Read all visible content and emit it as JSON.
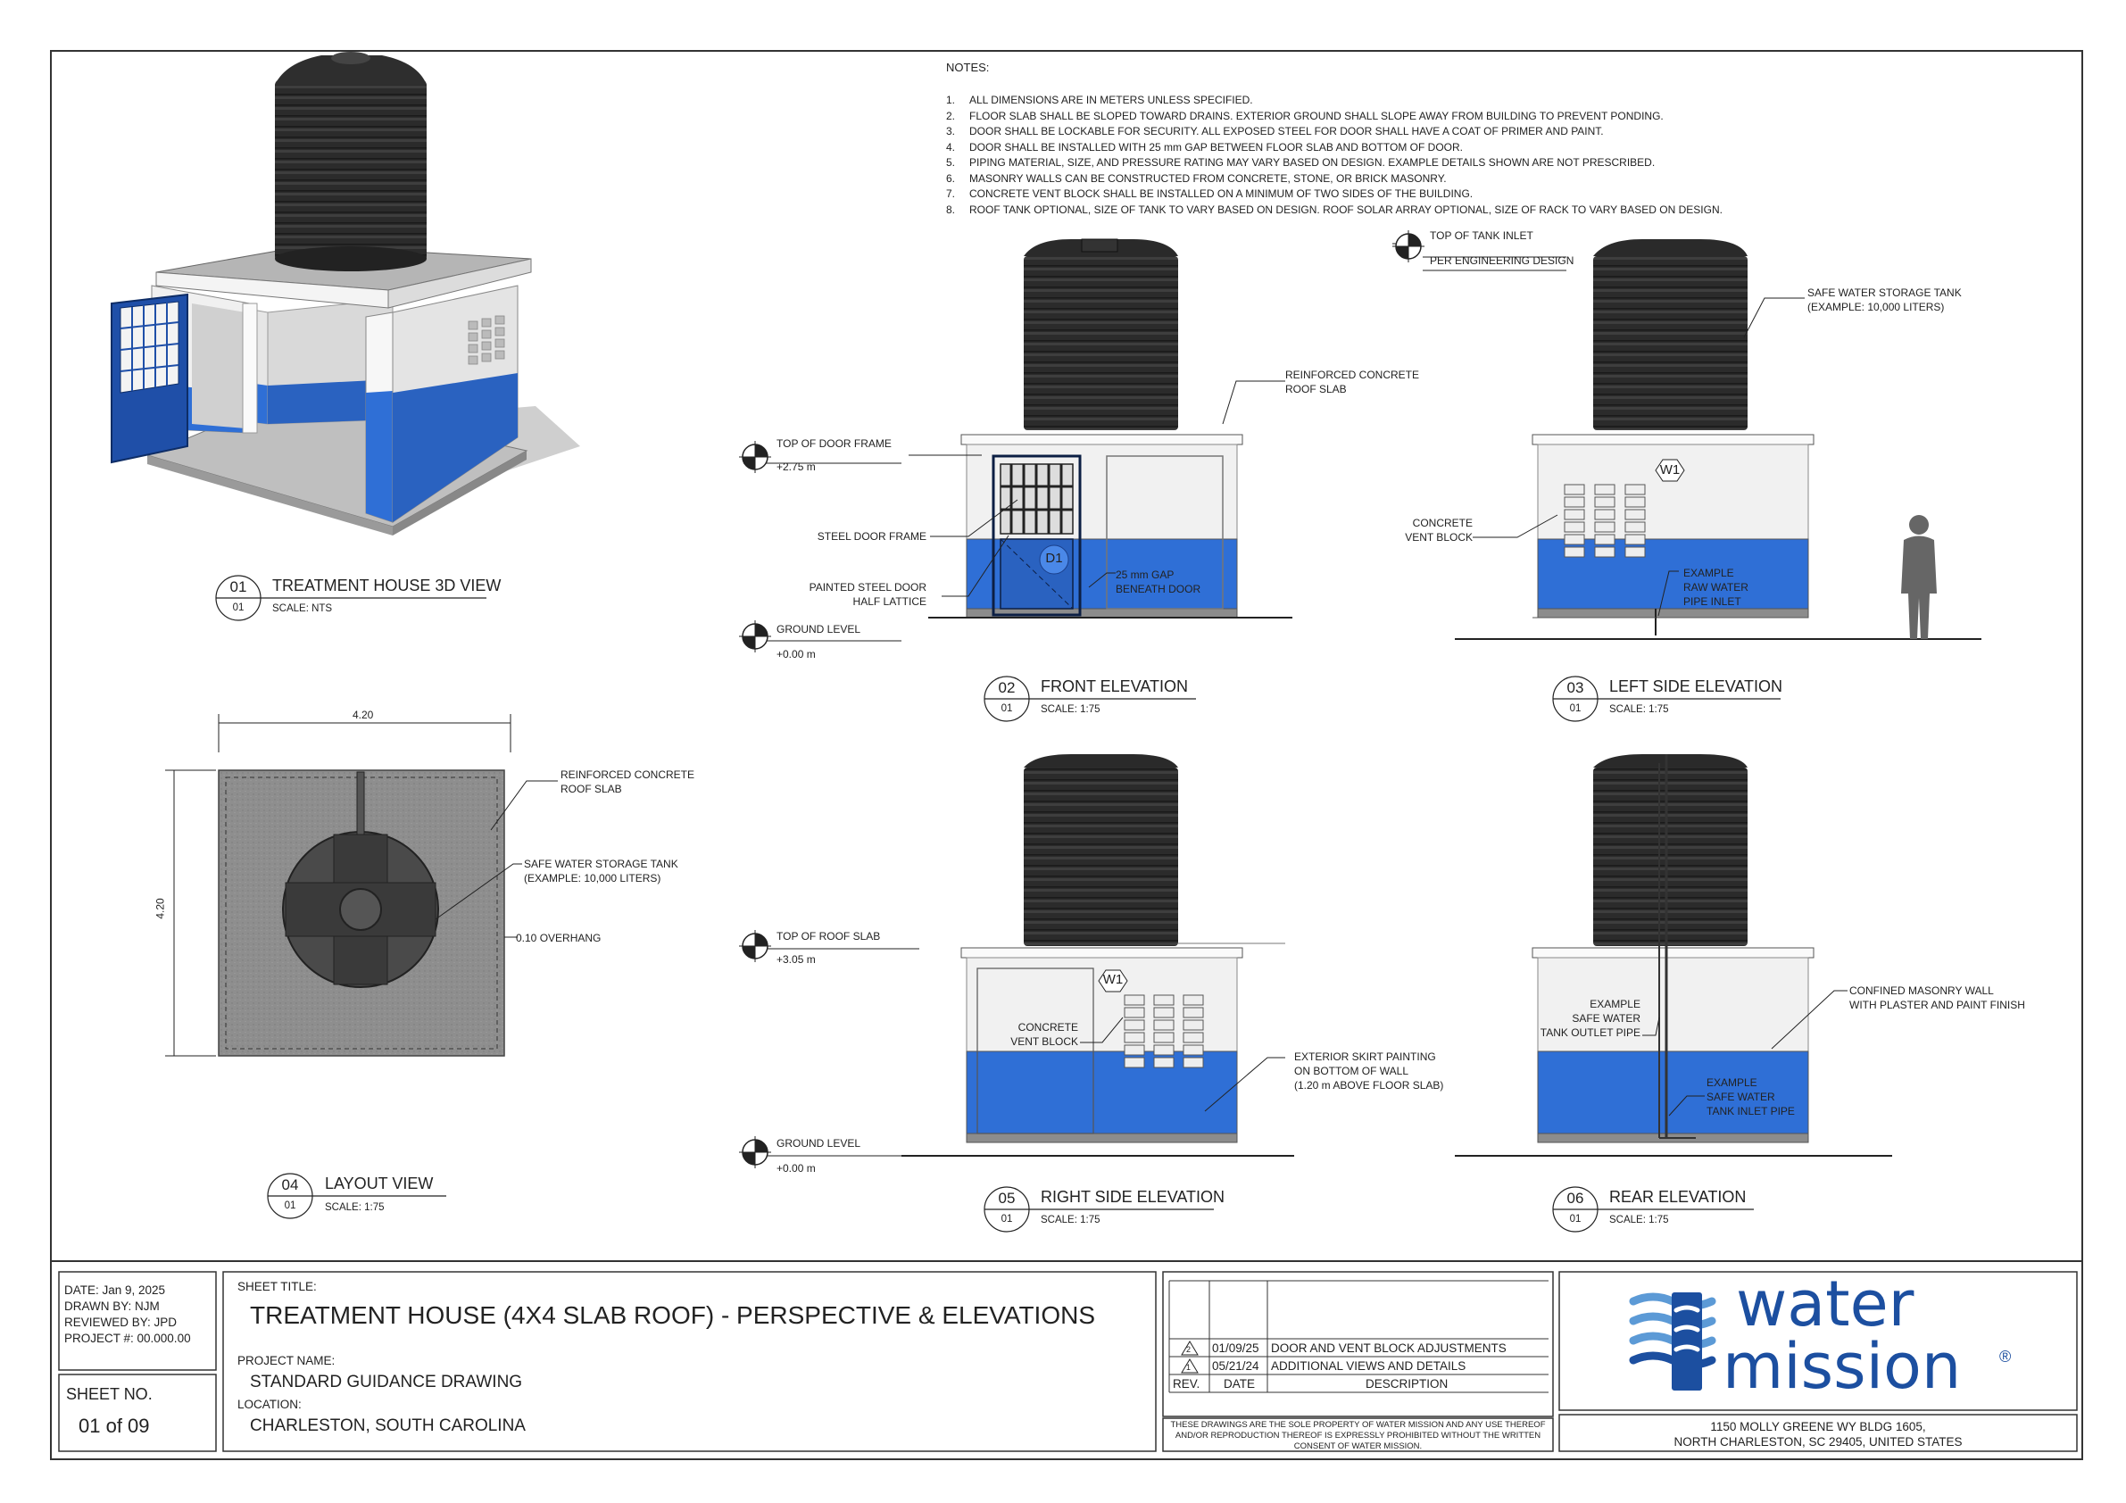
{
  "notes": {
    "title": "NOTES:",
    "items": [
      {
        "num": "1.",
        "text": "ALL DIMENSIONS ARE IN METERS UNLESS SPECIFIED."
      },
      {
        "num": "2.",
        "text": "FLOOR SLAB SHALL BE SLOPED TOWARD DRAINS. EXTERIOR GROUND SHALL SLOPE AWAY FROM BUILDING TO PREVENT PONDING."
      },
      {
        "num": "3.",
        "text": "DOOR SHALL BE LOCKABLE FOR SECURITY. ALL EXPOSED STEEL FOR DOOR SHALL HAVE A COAT OF PRIMER AND PAINT."
      },
      {
        "num": "4.",
        "text": "DOOR SHALL BE INSTALLED WITH 25 mm GAP BETWEEN FLOOR SLAB AND BOTTOM OF DOOR."
      },
      {
        "num": "5.",
        "text": "PIPING MATERIAL, SIZE, AND PRESSURE RATING MAY VARY BASED ON DESIGN. EXAMPLE DETAILS SHOWN ARE NOT PRESCRIBED."
      },
      {
        "num": "6.",
        "text": "MASONRY WALLS CAN BE CONSTRUCTED FROM CONCRETE, STONE, OR BRICK MASONRY."
      },
      {
        "num": "7.",
        "text": "CONCRETE VENT BLOCK SHALL BE INSTALLED ON A MINIMUM OF TWO SIDES OF THE BUILDING."
      },
      {
        "num": "8.",
        "text": "ROOF TANK OPTIONAL, SIZE OF TANK TO VARY BASED ON DESIGN. ROOF SOLAR ARRAY OPTIONAL, SIZE OF RACK TO VARY BASED ON DESIGN."
      }
    ]
  },
  "views": {
    "v01": {
      "num": "01",
      "sheet": "01",
      "title": "TREATMENT HOUSE 3D VIEW",
      "scale": "SCALE: NTS"
    },
    "v02": {
      "num": "02",
      "sheet": "01",
      "title": "FRONT ELEVATION",
      "scale": "SCALE: 1:75"
    },
    "v03": {
      "num": "03",
      "sheet": "01",
      "title": "LEFT SIDE ELEVATION",
      "scale": "SCALE: 1:75"
    },
    "v04": {
      "num": "04",
      "sheet": "01",
      "title": "LAYOUT VIEW",
      "scale": "SCALE: 1:75"
    },
    "v05": {
      "num": "05",
      "sheet": "01",
      "title": "RIGHT SIDE ELEVATION",
      "scale": "SCALE: 1:75"
    },
    "v06": {
      "num": "06",
      "sheet": "01",
      "title": "REAR ELEVATION",
      "scale": "SCALE: 1:75"
    }
  },
  "levels": {
    "top_door_frame": {
      "name": "TOP OF DOOR FRAME",
      "value": "+2.75 m"
    },
    "ground_front": {
      "name": "GROUND LEVEL",
      "value": "+0.00 m"
    },
    "top_roof_slab": {
      "name": "TOP OF ROOF SLAB",
      "value": "+3.05 m"
    },
    "ground_right": {
      "name": "GROUND LEVEL",
      "value": "+0.00 m"
    },
    "top_tank_inlet": {
      "name": "TOP OF TANK INLET",
      "value": "PER ENGINEERING DESIGN"
    }
  },
  "labels": {
    "front_roof_slab": [
      "REINFORCED CONCRETE",
      "ROOF SLAB"
    ],
    "front_door_frame": "STEEL DOOR FRAME",
    "front_door": [
      "PAINTED STEEL DOOR",
      "HALF LATTICE"
    ],
    "front_gap": [
      "25 mm GAP",
      "BENEATH DOOR"
    ],
    "door_tag": "D1",
    "left_tank": [
      "SAFE WATER STORAGE TANK",
      "(EXAMPLE: 10,000 LITERS)"
    ],
    "left_vent": [
      "CONCRETE",
      "VENT BLOCK"
    ],
    "left_raw": [
      "EXAMPLE",
      "RAW WATER",
      "PIPE INLET"
    ],
    "vent_tag": "W1",
    "layout_roof": [
      "REINFORCED CONCRETE",
      "ROOF SLAB"
    ],
    "layout_tank": [
      "SAFE WATER STORAGE TANK",
      "(EXAMPLE: 10,000 LITERS)"
    ],
    "layout_overhang": "0.10 OVERHANG",
    "dim_width": "4.20",
    "dim_height": "4.20",
    "right_vent": [
      "CONCRETE",
      "VENT BLOCK"
    ],
    "right_skirt": [
      "EXTERIOR SKIRT PAINTING",
      "ON BOTTOM OF WALL",
      "(1.20 m ABOVE FLOOR SLAB)"
    ],
    "rear_outlet": [
      "EXAMPLE",
      "SAFE WATER",
      "TANK OUTLET PIPE"
    ],
    "rear_inlet": [
      "EXAMPLE",
      "SAFE WATER",
      "TANK INLET PIPE"
    ],
    "rear_wall": [
      "CONFINED MASONRY WALL",
      "WITH PLASTER AND PAINT FINISH"
    ]
  },
  "title_block": {
    "date": "DATE: Jan 9, 2025",
    "drawn_by": "DRAWN BY: NJM",
    "reviewed_by": "REVIEWED BY: JPD",
    "project_no": "PROJECT #: 00.000.00",
    "sheet_no_label": "SHEET NO.",
    "sheet_no": "01 of 09",
    "sheet_title_label": "SHEET TITLE:",
    "sheet_title": "TREATMENT HOUSE (4X4 SLAB ROOF) - PERSPECTIVE & ELEVATIONS",
    "project_name_label": "PROJECT NAME:",
    "project_name": "STANDARD GUIDANCE DRAWING",
    "location_label": "LOCATION:",
    "location": "CHARLESTON, SOUTH CAROLINA",
    "revisions": [
      {
        "rev": "2",
        "date": "01/09/25",
        "description": "DOOR AND VENT BLOCK ADJUSTMENTS"
      },
      {
        "rev": "1",
        "date": "05/21/24",
        "description": "ADDITIONAL VIEWS AND DETAILS"
      }
    ],
    "rev_headers": {
      "rev": "REV.",
      "date": "DATE",
      "description": "DESCRIPTION"
    },
    "disclaimer": [
      "THESE DRAWINGS ARE THE SOLE PROPERTY OF WATER MISSION AND ANY USE THEREOF",
      "AND/OR REPRODUCTION THEREOF IS EXPRESSLY PROHIBITED WITHOUT THE WRITTEN",
      "CONSENT OF WATER MISSION."
    ],
    "logo_line1": "water",
    "logo_line2": "mission",
    "logo_reg": "®",
    "address": [
      "1150 MOLLY GREENE WY BLDG 1605,",
      "NORTH CHARLESTON, SC 29405, UNITED STATES"
    ]
  },
  "colors": {
    "blue": "#2f6fd6",
    "tank": "#2b2b2b",
    "wall": "#f1f1f1",
    "logo_blue": "#1c4fa0",
    "logo_light": "#5c9ad6"
  }
}
